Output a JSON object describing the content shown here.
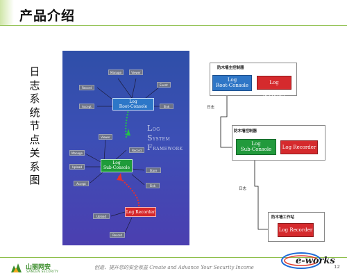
{
  "header": {
    "title": "产品介绍"
  },
  "caption": {
    "chars": [
      "日",
      "志",
      "系",
      "统",
      "节",
      "点",
      "关",
      "系",
      "图"
    ]
  },
  "framework": {
    "brand_lines": [
      {
        "initial": "L",
        "rest": "OG"
      },
      {
        "initial": "S",
        "rest": "YSTEM"
      },
      {
        "initial": "F",
        "rest": "RAMEWORK"
      }
    ],
    "root_console": {
      "line1": "Log",
      "line2": "Root-Console"
    },
    "sub_console": {
      "line1": "Log",
      "line2": "Sub-Console"
    },
    "recorder": {
      "label": "Log Recorder"
    },
    "chips": {
      "manage_top": "Manage",
      "viewer_top": "Viewer",
      "event_top": "Event",
      "record_top": "Record",
      "accept_top": "Accept",
      "sink_top": "Sink",
      "viewer_mid": "Viewer",
      "record_mid": "Record",
      "manage_mid": "Manage",
      "upload_mid": "Upload",
      "store_mid": "Store",
      "accept_mid": "Accept",
      "sink_mid": "Sink",
      "upload_bot": "Upload",
      "record_bot": "Record"
    }
  },
  "topology": {
    "main_frame": {
      "label": "防木墙主控制器",
      "console": {
        "line1": "Log",
        "line2": "Root-Console"
      },
      "recorder": "Log Recorder"
    },
    "link1": "日志",
    "mid_frame": {
      "label": "防木墙控制器",
      "console": {
        "line1": "Log",
        "line2": "Sub-Console"
      },
      "recorder": "Log Recorder"
    },
    "link2": "日志",
    "work_frame": {
      "label": "防木墙工作站",
      "recorder": "Log Recorder"
    }
  },
  "footer": {
    "brand": "山丽网安",
    "brand_en": "SANLEN SECURITY",
    "slogan": "创造、提升您的安全收益 Create and Advance Your Security Income",
    "partner": "e-works",
    "page": "12"
  },
  "colors": {
    "accent_green": "#8dbf4a",
    "panel_blue": "#3c4fb5",
    "root_blue": "#2f76c6",
    "sub_green": "#229a3c",
    "recorder_red": "#d52a2d"
  }
}
